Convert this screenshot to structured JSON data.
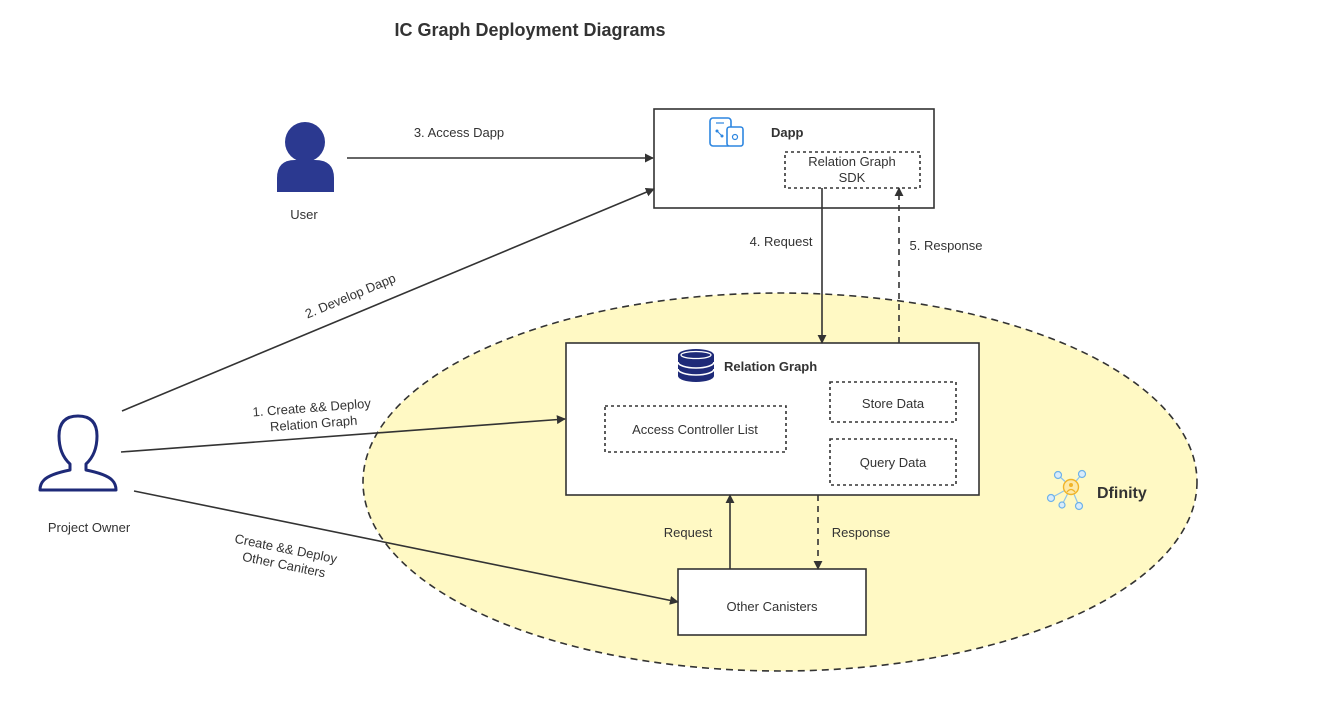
{
  "title": "IC Graph Deployment Diagrams",
  "colors": {
    "dfinity_fill": "#fff9c4",
    "actor_user": "#2b3990",
    "actor_owner": "#1e2a78",
    "icon_blue": "#2d86e0",
    "stroke": "#333333"
  },
  "actors": {
    "user": {
      "label": "User",
      "icon": "person-filled-icon"
    },
    "owner": {
      "label": "Project Owner",
      "icon": "person-outline-icon"
    }
  },
  "dapp": {
    "title": "Dapp",
    "icon": "mobile-app-icon",
    "sdk_line1": "Relation Graph",
    "sdk_line2": "SDK"
  },
  "relation_graph": {
    "title": "Relation Graph",
    "icon": "database-icon",
    "acl": "Access Controller List",
    "store": "Store Data",
    "query": "Query Data"
  },
  "other_canisters": "Other Canisters",
  "dfinity": {
    "label": "Dfinity",
    "icon": "network-node-icon"
  },
  "edges": {
    "access_dapp": "3. Access Dapp",
    "develop_dapp": "2. Develop Dapp",
    "create_deploy_rg_line1": "1. Create && Deploy",
    "create_deploy_rg_line2": "Relation Graph",
    "create_deploy_oc_line1": "Create && Deploy",
    "create_deploy_oc_line2": "Other Caniters",
    "request_4": "4. Request",
    "response_5": "5. Response",
    "request": "Request",
    "response": "Response"
  }
}
